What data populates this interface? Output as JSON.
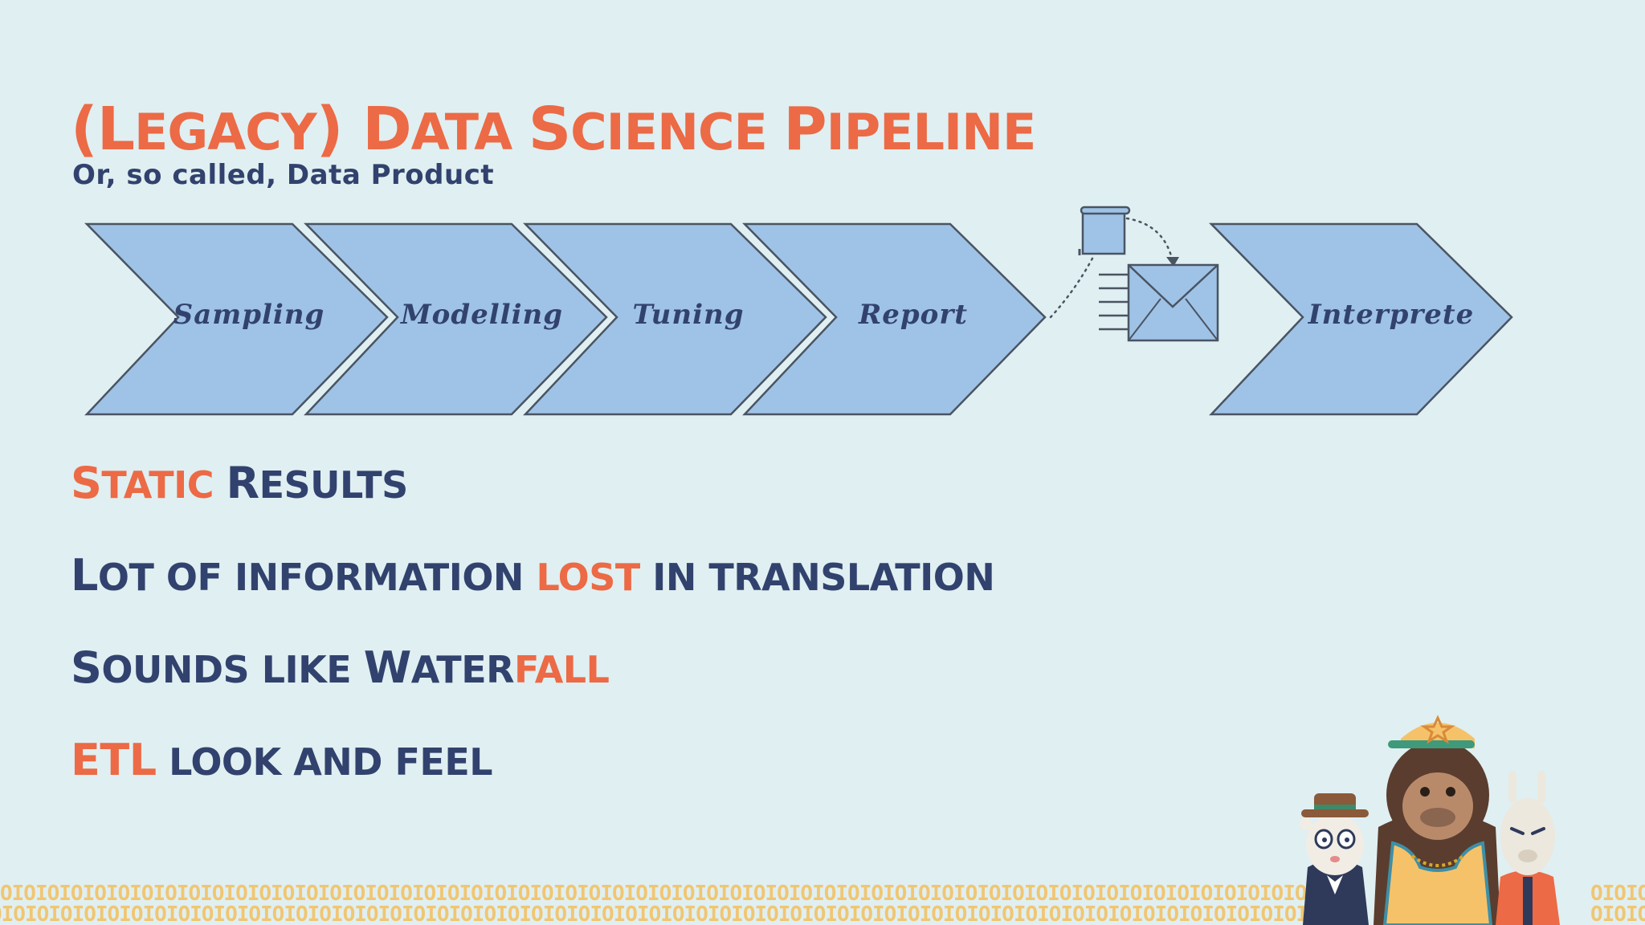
{
  "title": {
    "p1": "(L",
    "p2": "egacy",
    "p3": ") D",
    "p4": "ata ",
    "p5": "S",
    "p6": "cience ",
    "p7": "P",
    "p8": "ipeline"
  },
  "subtitle": "Or, so called, Data Product",
  "pipeline": {
    "steps": [
      "Sampling",
      "Modelling",
      "Tuning",
      "Report"
    ],
    "final_step": "Interprete",
    "icons": [
      "document-icon",
      "envelope-icon"
    ]
  },
  "bullets": [
    {
      "a": "S",
      "b": "tatic ",
      "c": "R",
      "d": "esults"
    },
    {
      "a": "L",
      "b": "ot of information ",
      "c": "lost",
      "d": " in translation"
    },
    {
      "a": "S",
      "b": "ounds like ",
      "c": "W",
      "d": "ater",
      "e": "fall"
    },
    {
      "a": "ETL",
      "b": " look and feel"
    }
  ],
  "footer": {
    "pattern": "OIOIOIOIOIOIOIOIOIOIOIOIOIOIOIOIOIOIOIOIOIOIOIOIOIOIOIOIOIOIOIOIOIOIOIOIOIOIOIOIOIOIOIOIOIOIOIOIOIOIOIOIOIOIOIOIOIOI",
    "pattern_short": "OIOIO",
    "mascots": [
      "rat-mascot",
      "gorilla-mascot",
      "llama-mascot"
    ]
  },
  "colors": {
    "background": "#e0eff1",
    "accent": "#ec6a45",
    "navy": "#32426e",
    "chevron": "#9fc3e7"
  }
}
